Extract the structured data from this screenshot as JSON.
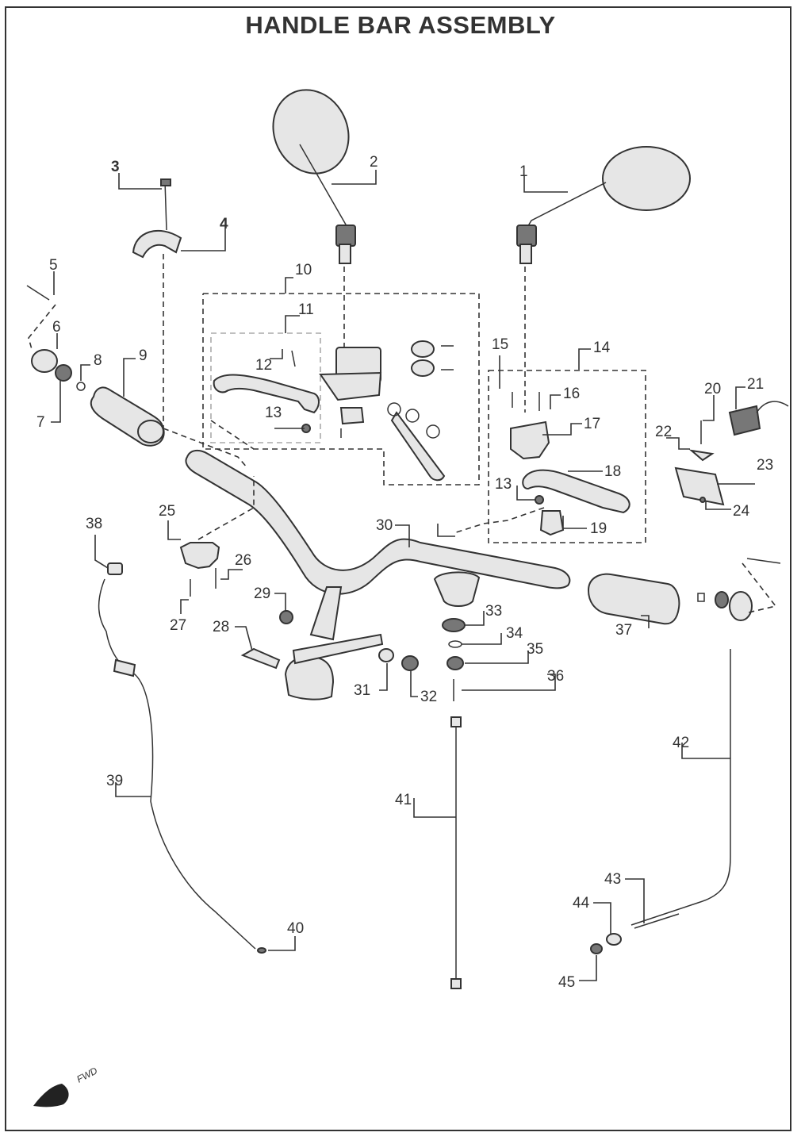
{
  "title": "HANDLE BAR ASSEMBLY",
  "fwd_label": "FWD",
  "callouts": [
    "1",
    "2",
    "3",
    "4",
    "5",
    "6",
    "7",
    "8",
    "9",
    "10",
    "11",
    "12",
    "13",
    "13",
    "14",
    "15",
    "16",
    "17",
    "18",
    "19",
    "20",
    "21",
    "22",
    "23",
    "24",
    "25",
    "26",
    "27",
    "28",
    "29",
    "30",
    "31",
    "32",
    "33",
    "34",
    "35",
    "36",
    "37",
    "38",
    "39",
    "40",
    "41",
    "42",
    "43",
    "44",
    "45"
  ],
  "bold_callouts": [
    "3",
    "4"
  ]
}
